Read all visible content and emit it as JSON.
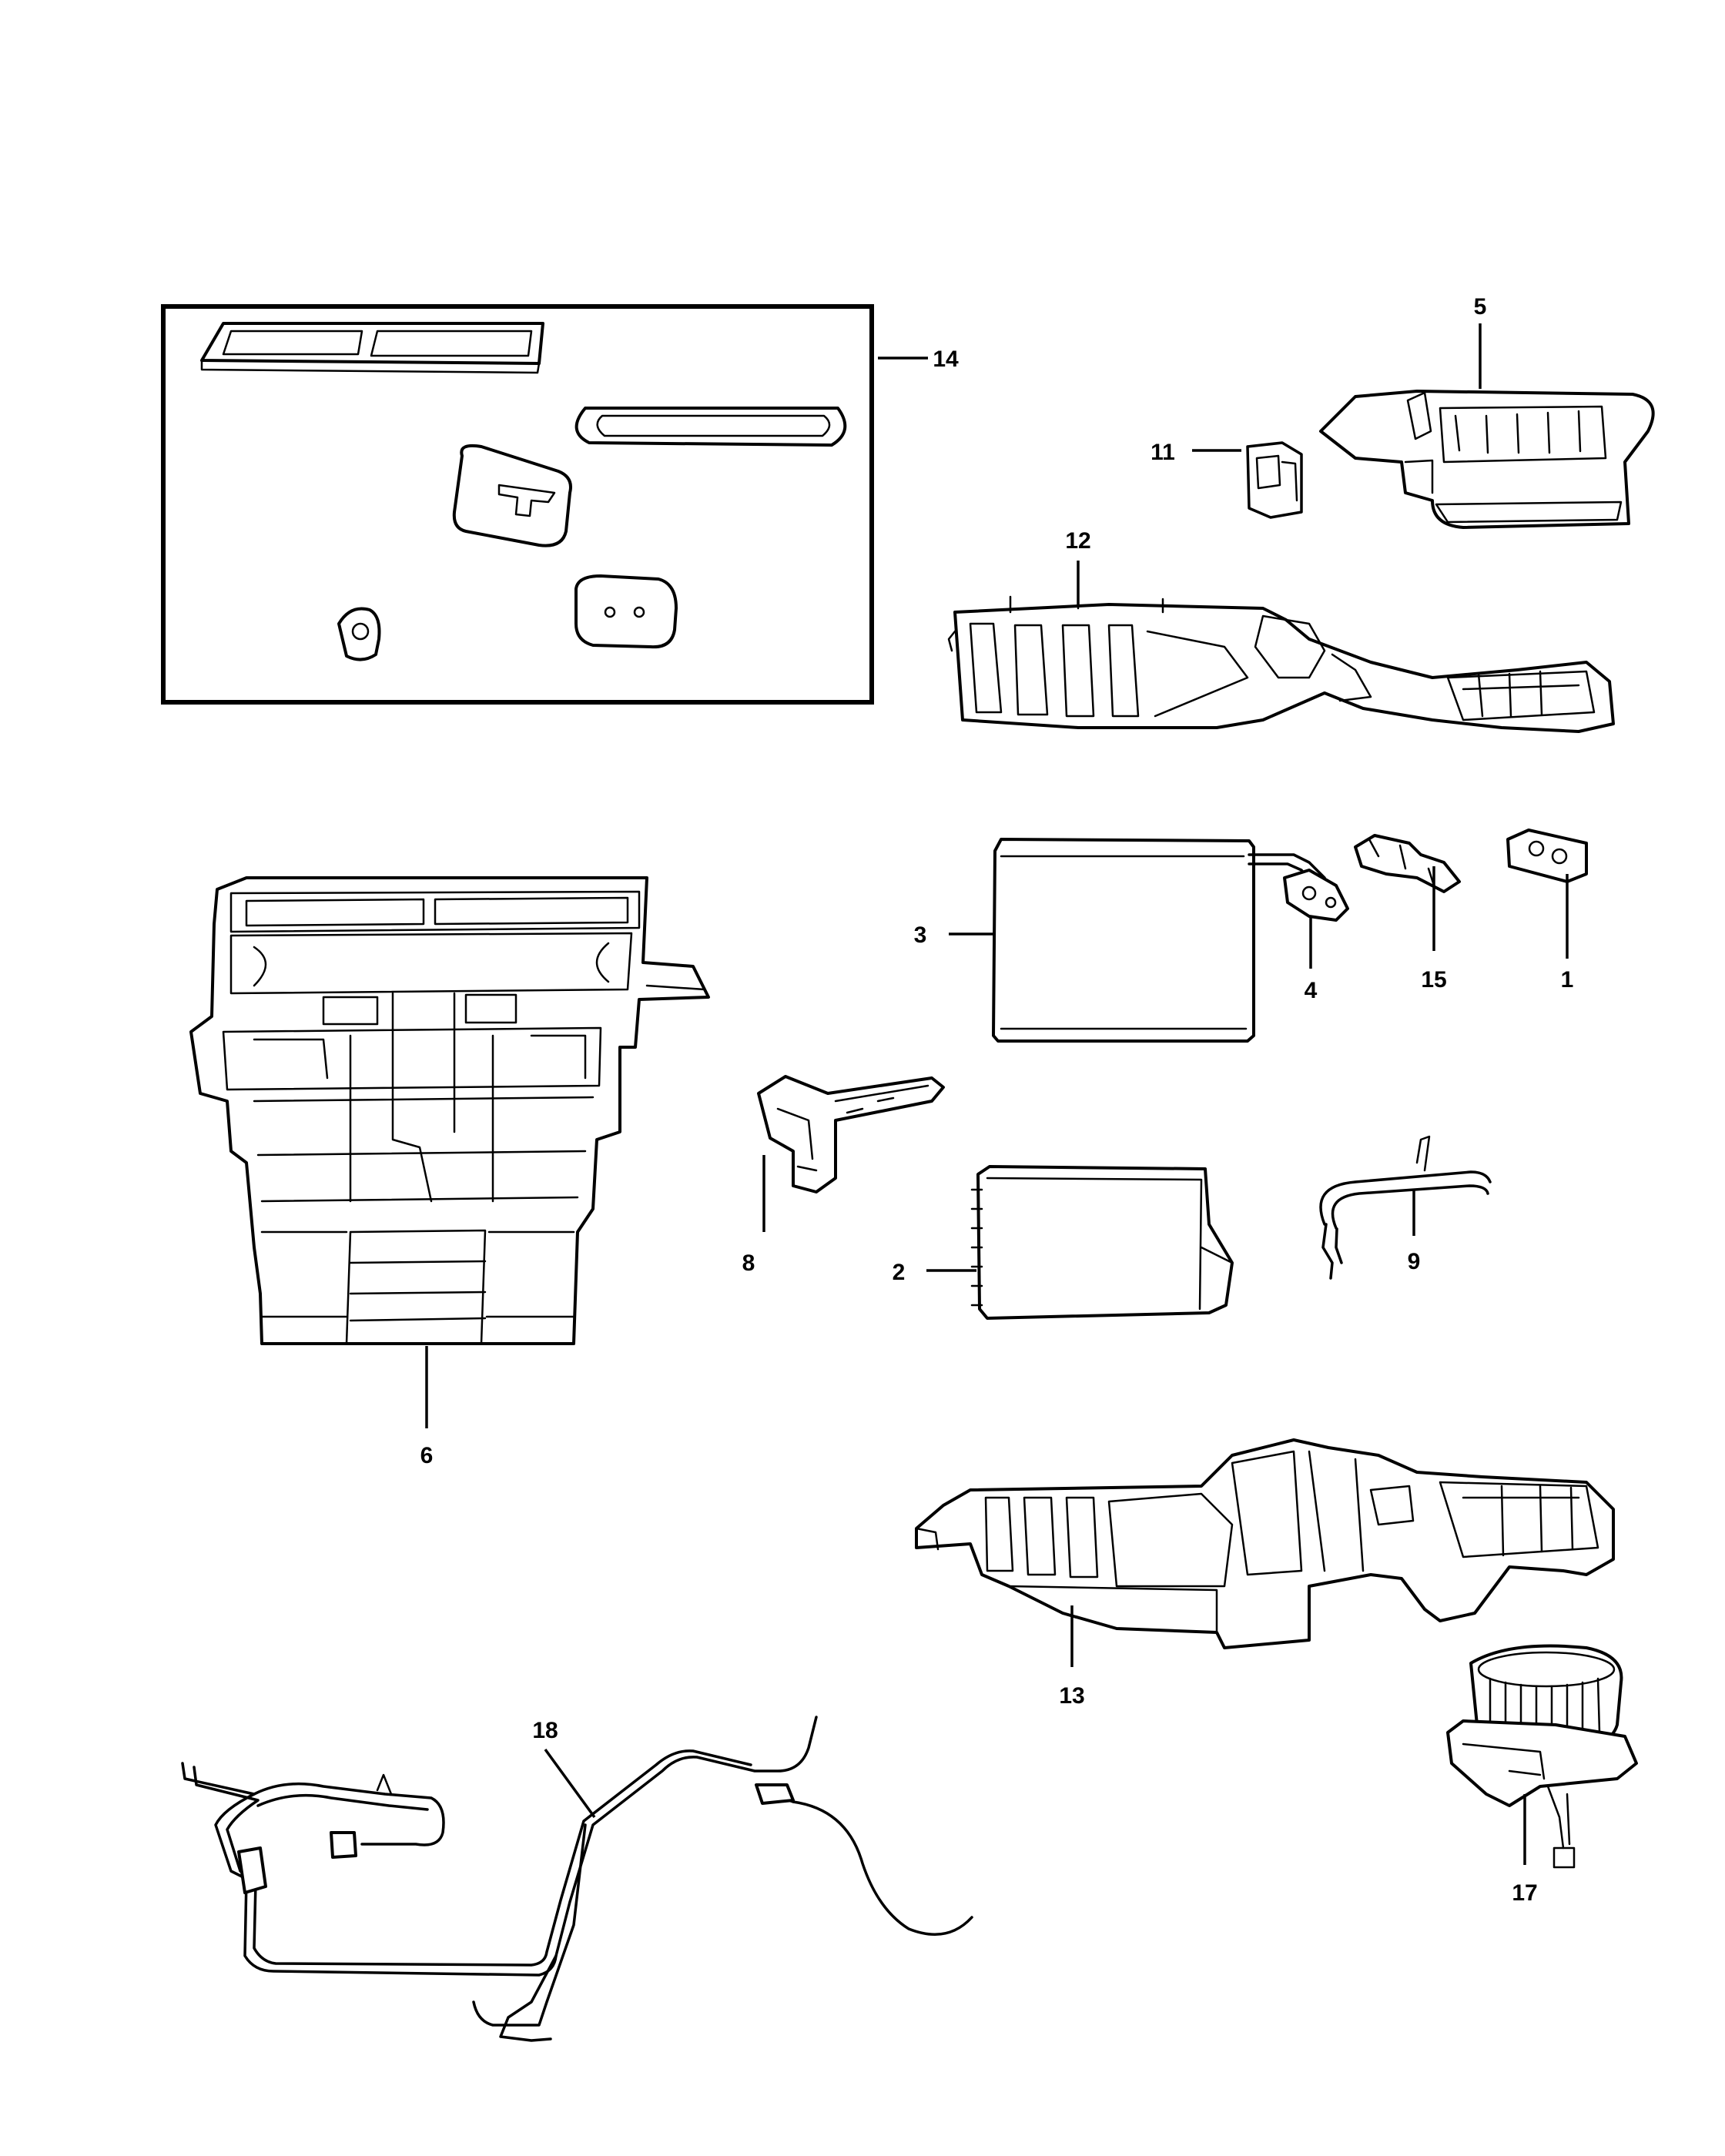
{
  "callouts": {
    "c1": "1",
    "c2": "2",
    "c3": "3",
    "c4": "4",
    "c5": "5",
    "c6": "6",
    "c8": "8",
    "c9": "9",
    "c11": "11",
    "c12": "12",
    "c13": "13",
    "c14": "14",
    "c15": "15",
    "c17": "17",
    "c18": "18"
  }
}
